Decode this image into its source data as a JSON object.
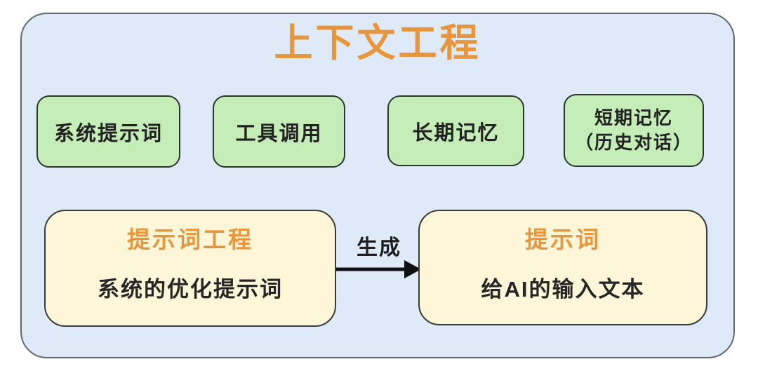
{
  "title": "上下文工程",
  "context_boxes": [
    {
      "label": "系统提示词"
    },
    {
      "label": "工具调用"
    },
    {
      "label": "长期记忆"
    },
    {
      "label": "短期记忆",
      "sublabel": "（历史对话）"
    }
  ],
  "flow": {
    "source": {
      "title": "提示词工程",
      "body": "系统的优化提示词"
    },
    "arrow_label": "生成",
    "target": {
      "title": "提示词",
      "body": "给AI的输入文本"
    }
  },
  "colors": {
    "page_bg": "#ffffff",
    "frame_bg": "#dfeaf8",
    "frame_border": "#63676c",
    "green_box_bg": "#c5edb8",
    "green_box_border": "#2c342d",
    "yellow_box_bg": "#fdf6d8",
    "yellow_box_border": "#3a3a36",
    "accent_orange": "#e8963c",
    "text_dark": "#262626",
    "arrow": "#111111"
  }
}
